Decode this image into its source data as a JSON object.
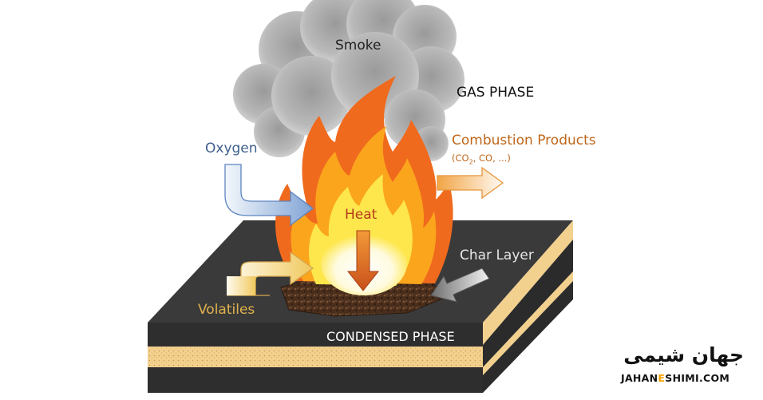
{
  "labels": {
    "smoke": "Smoke",
    "gas_phase": "GAS PHASE",
    "combustion_products": "Combustion Products",
    "combustion_examples_open": "(CO",
    "combustion_examples_sub": "2",
    "combustion_examples_close": ", CO, ...)",
    "oxygen": "Oxygen",
    "heat": "Heat",
    "char_layer": "Char Layer",
    "volatiles": "Volatiles",
    "condensed_phase": "CONDENSED PHASE"
  },
  "logo": {
    "persian": "جهان شیمی",
    "english_pre": "JAHAN",
    "english_mid": "E",
    "english_post": "SHIMI.COM"
  },
  "colors": {
    "slab_top": "#3a3a3a",
    "slab_side": "#2a2a2a",
    "fuel_layer": "#f2d08e",
    "flame_outer": "#f06a1e",
    "flame_mid": "#fba51c",
    "flame_inner": "#fde74c",
    "oxygen": "#8fb0d8",
    "heat_arrow": "#d9621a",
    "combustion": "#f3b265",
    "char_arrow": "#8f8f8f",
    "volatiles": "#f1cf7a",
    "logo_accent": "#f5a300"
  }
}
